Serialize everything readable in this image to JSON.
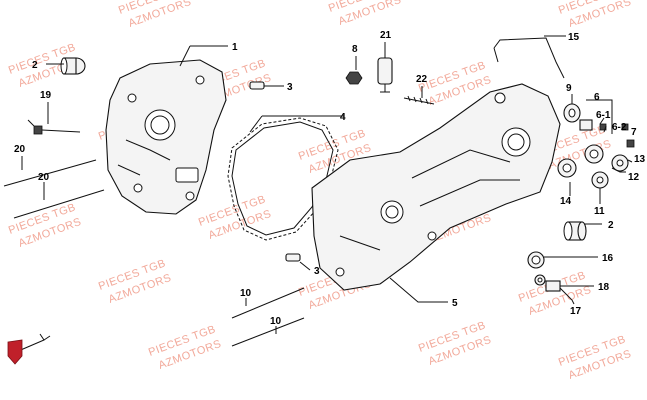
{
  "watermark": {
    "line1": "PIECES TGB",
    "line2": "AZMOTORS",
    "color": "#f2a99a"
  },
  "labels": [
    {
      "id": "1",
      "text": "1"
    },
    {
      "id": "2a",
      "text": "2"
    },
    {
      "id": "2b",
      "text": "2"
    },
    {
      "id": "3a",
      "text": "3"
    },
    {
      "id": "3b",
      "text": "3"
    },
    {
      "id": "4",
      "text": "4"
    },
    {
      "id": "5",
      "text": "5"
    },
    {
      "id": "6",
      "text": "6"
    },
    {
      "id": "6-1",
      "text": "6-1"
    },
    {
      "id": "6-2",
      "text": "6-2"
    },
    {
      "id": "7",
      "text": "7"
    },
    {
      "id": "8",
      "text": "8"
    },
    {
      "id": "9",
      "text": "9"
    },
    {
      "id": "10a",
      "text": "10"
    },
    {
      "id": "10b",
      "text": "10"
    },
    {
      "id": "11",
      "text": "11"
    },
    {
      "id": "12",
      "text": "12"
    },
    {
      "id": "13",
      "text": "13"
    },
    {
      "id": "14",
      "text": "14"
    },
    {
      "id": "15",
      "text": "15"
    },
    {
      "id": "16",
      "text": "16"
    },
    {
      "id": "17",
      "text": "17"
    },
    {
      "id": "18",
      "text": "18"
    },
    {
      "id": "19",
      "text": "19"
    },
    {
      "id": "20a",
      "text": "20"
    },
    {
      "id": "20b",
      "text": "20"
    },
    {
      "id": "21",
      "text": "21"
    },
    {
      "id": "22",
      "text": "22"
    }
  ],
  "logo_color": "#c0202a"
}
